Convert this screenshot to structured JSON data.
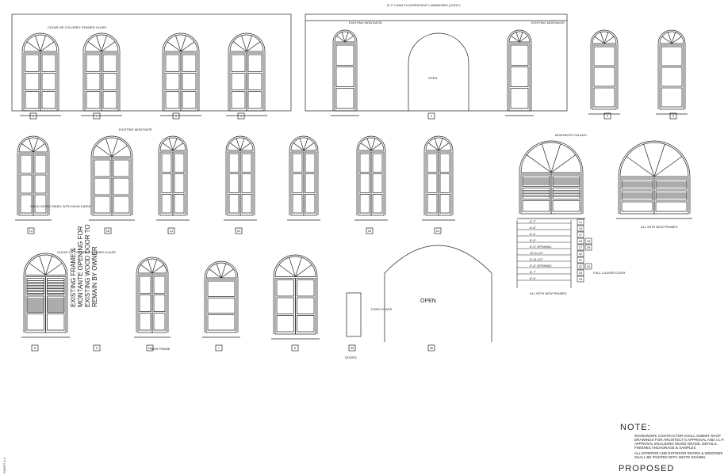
{
  "header": {
    "fixture_note": "8'-0\" LONG FLUORESCENT LUMINAIRES (CONT.)"
  },
  "labels": {
    "existing_montante": "EXISTING MONTANTE",
    "clear_or_colored": "CLEAR OR COLORED STAINED GLASS",
    "wood_paneling": "SOLID WOOD PANEL WITH MOULDINGS",
    "open": "OPEN",
    "all_new_frames": "ALL WITH NEW FRAMES",
    "full_louver_door": "FULL LOUVER DOOR",
    "new_frame": "NEW FRAME",
    "doors": "DOORS",
    "fixed_glass": "FIXED GLASS",
    "montante_calado": "MONTANTE CALADO",
    "vertical_note": "EXISTING FRAME & MONTANTE OPENING FOR EXISTING WOOD DOOR TO REMAIN BY OWNER"
  },
  "door_tags": {
    "row1": [
      "1",
      "1",
      "1",
      "1",
      "2",
      "3",
      "5"
    ],
    "row2": [
      "14",
      "28",
      "21",
      "23",
      "25",
      "24"
    ],
    "row3": [
      "8",
      "9",
      "10",
      "7",
      "6",
      "35",
      "36"
    ]
  },
  "schedule": {
    "rows": [
      {
        "dim": "6'-7\"",
        "tags": [
          "11"
        ]
      },
      {
        "dim": "6'-8\"",
        "tags": [
          "15"
        ]
      },
      {
        "dim": "6'-4\"",
        "tags": [
          "17"
        ]
      },
      {
        "dim": "6'-9\"",
        "tags": [
          "18",
          "19"
        ]
      },
      {
        "dim": "6'-9\" OPENING",
        "tags": [
          "27",
          "29"
        ]
      },
      {
        "dim": "10'-6-1/2\"",
        "tags": [
          "30"
        ]
      },
      {
        "dim": "5'-11-1/2\"",
        "tags": [
          "31"
        ]
      },
      {
        "dim": "5'-4\" OPENING",
        "tags": [
          "32",
          "34"
        ]
      },
      {
        "dim": "6'-7\"",
        "tags": [
          "33"
        ]
      },
      {
        "dim": "6'-4\"",
        "tags": [
          "34"
        ]
      }
    ]
  },
  "notes": {
    "title": "NOTE:",
    "items": [
      "WOODWORK CONTRACTOR SHALL SUBMIT SHOP DRAWINGS FOR ARCHITECT'S APPROVAL AND I.C.P. APPROVAL INCLUDING WOOD GRADE, DETAILS, FINISHES ANCHORAGE & SAMPLES",
      "ALL INTERIOR AND EXTERIOR DOORS & WINDOWS SHALL BE PAINTED WITH WHITE ENAMEL"
    ],
    "proposed": "PROPOSED"
  },
  "sheet_id": "SHEET A.3"
}
